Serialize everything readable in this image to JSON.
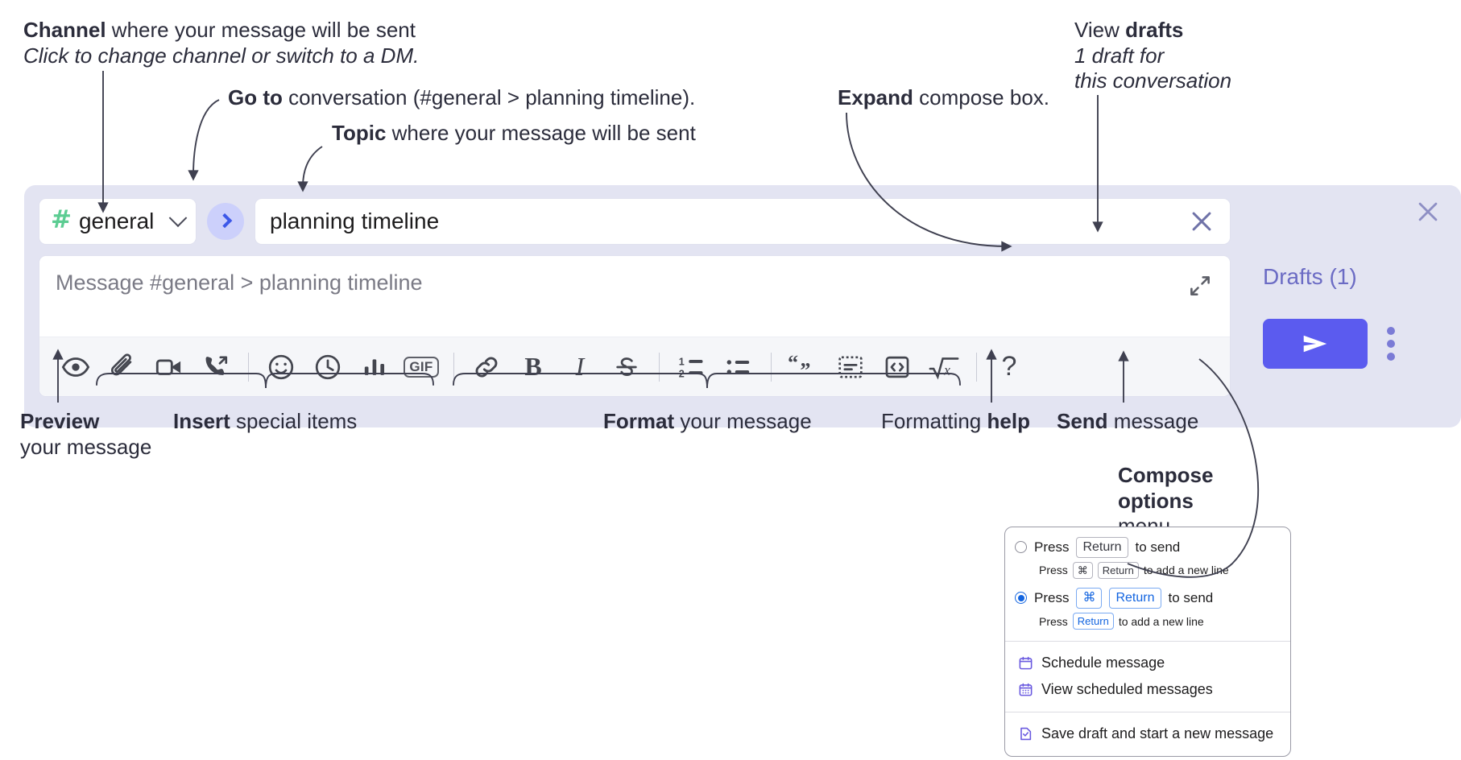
{
  "annotations": {
    "channel": {
      "bold": "Channel",
      "rest": " where your message will be sent",
      "sub": "Click to change channel or switch to a DM."
    },
    "goto": {
      "bold": "Go to",
      "rest": " conversation (#general > planning timeline)."
    },
    "topic": {
      "bold": "Topic",
      "rest": " where your message will be sent"
    },
    "expand": {
      "bold": "Expand",
      "rest": " compose box."
    },
    "drafts": {
      "bold_pre": "View ",
      "bold": "drafts",
      "sub1": "1 draft for",
      "sub2": "this conversation"
    },
    "preview": {
      "bold": "Preview",
      "rest": "your message"
    },
    "insert": {
      "bold": "Insert",
      "rest": " special items"
    },
    "format": {
      "bold": "Format",
      "rest": " your message"
    },
    "help": {
      "pre": "Formatting ",
      "bold": "help"
    },
    "send": {
      "bold": "Send",
      "rest": " message"
    },
    "compose_options": {
      "bold1": "Compose",
      "bold2": "options",
      "rest": "menu"
    }
  },
  "compose": {
    "channel_name": "general",
    "hash_symbol": "#",
    "topic_value": "planning timeline",
    "message_placeholder": "Message #general > planning timeline",
    "drafts_label": "Drafts (1)",
    "toolbar_left": [
      {
        "name": "preview-icon",
        "label": "Preview"
      },
      {
        "name": "attachment-icon",
        "label": "Attach file"
      },
      {
        "name": "video-icon",
        "label": "Record video clip"
      },
      {
        "name": "audio-call-icon",
        "label": "Record audio clip"
      },
      {
        "name": "emoji-icon",
        "label": "Emoji"
      },
      {
        "name": "clock-icon",
        "label": "Reminder"
      },
      {
        "name": "poll-icon",
        "label": "Poll"
      },
      {
        "name": "gif-icon",
        "label": "GIF"
      }
    ],
    "toolbar_format": [
      {
        "name": "link-icon",
        "label": "Link"
      },
      {
        "name": "bold-icon",
        "label": "B"
      },
      {
        "name": "italic-icon",
        "label": "I"
      },
      {
        "name": "strikethrough-icon",
        "label": "S"
      },
      {
        "name": "ordered-list-icon",
        "label": "Ordered list"
      },
      {
        "name": "bulleted-list-icon",
        "label": "Bulleted list"
      },
      {
        "name": "blockquote-icon",
        "label": "Blockquote"
      },
      {
        "name": "code-block-icon",
        "label": "Code block"
      },
      {
        "name": "inline-code-icon",
        "label": "Code"
      },
      {
        "name": "math-icon",
        "label": "Math"
      },
      {
        "name": "help-icon",
        "label": "?"
      }
    ]
  },
  "options_menu": {
    "choices": [
      {
        "selected": false,
        "press": "Press",
        "key": "Return",
        "tail": "to send",
        "sub_press": "Press",
        "sub_key1": "⌘",
        "sub_key2": "Return",
        "sub_tail": "to add a new line"
      },
      {
        "selected": true,
        "press": "Press",
        "key1": "⌘",
        "key2": "Return",
        "tail": "to send",
        "sub_press": "Press",
        "sub_key": "Return",
        "sub_tail": "to add a new line"
      }
    ],
    "items": [
      {
        "icon": "calendar-icon",
        "label": "Schedule message"
      },
      {
        "icon": "calendar-grid-icon",
        "label": "View scheduled messages"
      },
      {
        "icon": "draft-check-icon",
        "label": "Save draft and start a new message"
      }
    ]
  },
  "colors": {
    "compose_bg": "#e3e4f2",
    "send_button": "#5b5bef",
    "hash_green": "#5ccc92",
    "goto_chev": "#3d58e8",
    "drafts_text": "#6b6bc4",
    "accent_blue": "#1264e0"
  }
}
